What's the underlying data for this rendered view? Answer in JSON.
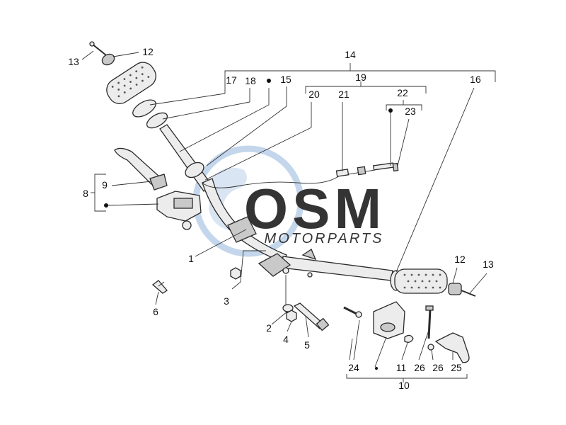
{
  "watermark": {
    "brand": "OSM",
    "sub": "MOTORPARTS",
    "color_ring": "#b9cfe8",
    "color_text": "#c4c4c4",
    "color_sub": "#b8c9de"
  },
  "labels": {
    "n1": "1",
    "n2": "2",
    "n3": "3",
    "n4": "4",
    "n5": "5",
    "n6": "6",
    "n8": "8",
    "n9": "9",
    "n10": "10",
    "n11": "11",
    "n12a": "12",
    "n12b": "12",
    "n13a": "13",
    "n13b": "13",
    "n14": "14",
    "n15": "15",
    "n16": "16",
    "n17": "17",
    "n18": "18",
    "n19": "19",
    "n20": "20",
    "n21": "21",
    "n22": "22",
    "n23": "23",
    "n24": "24",
    "n25": "25",
    "n26a": "26",
    "n26b": "26"
  }
}
